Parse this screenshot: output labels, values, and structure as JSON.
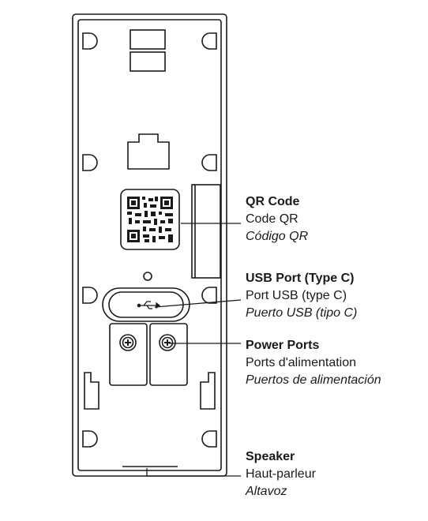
{
  "labels": {
    "qr": {
      "en": "QR Code",
      "fr": "Code QR",
      "es": "Código QR"
    },
    "usb": {
      "en": "USB Port (Type C)",
      "fr": "Port USB (type C)",
      "es": "Puerto USB (tipo C)"
    },
    "power": {
      "en": "Power Ports",
      "fr": "Ports d'alimentation",
      "es": "Puertos de alimentación"
    },
    "speaker": {
      "en": "Speaker",
      "fr": "Haut-parleur",
      "es": "Altavoz"
    }
  },
  "colors": {
    "line": "#1a1a1a",
    "fill": "#ffffff"
  },
  "icons": [
    "qr-code-icon",
    "usb-icon",
    "screw-icon"
  ]
}
